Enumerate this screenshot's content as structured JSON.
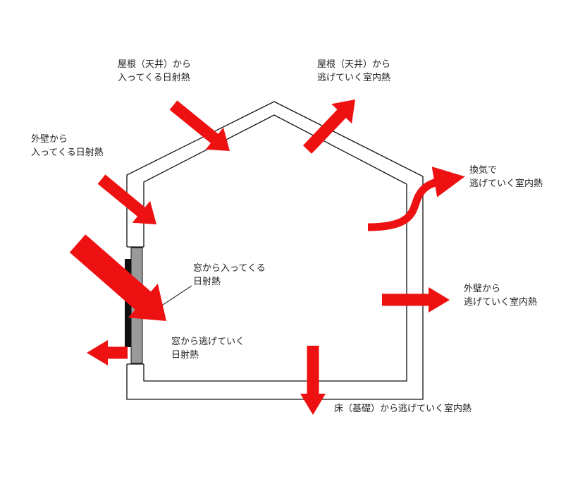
{
  "colors": {
    "arrow": "#ee1111",
    "wall": "#111111",
    "window_glass": "#9a9a9a",
    "window_frame": "#111111"
  },
  "labels": {
    "roof_in": [
      "屋根（天井）から",
      "入ってくる日射熱"
    ],
    "roof_out": [
      "屋根（天井）から",
      "逃げていく室内熱"
    ],
    "wall_in": [
      "外壁から",
      "入ってくる日射熱"
    ],
    "vent_out": [
      "換気で",
      "逃げていく室内熱"
    ],
    "window_in": [
      "窓から入ってくる",
      "日射熱"
    ],
    "wall_out": [
      "外壁から",
      "逃げていく室内熱"
    ],
    "window_out": [
      "窓から逃げていく",
      "日射熱"
    ],
    "floor_out": [
      "床（基礎）から逃げていく室内熱"
    ]
  },
  "icons": {
    "arrow": "block-arrow-icon",
    "curved_arrow": "curved-arrow-icon"
  }
}
